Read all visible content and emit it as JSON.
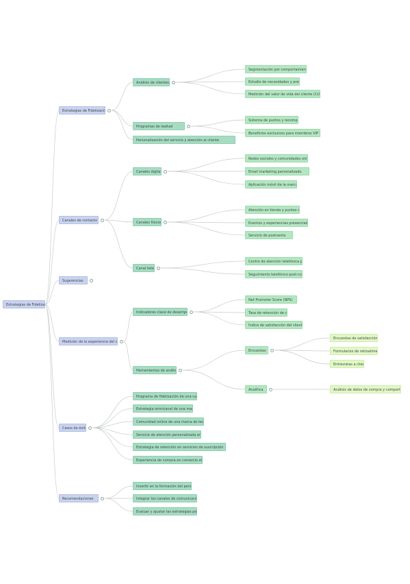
{
  "mindmap": {
    "root": "Estrategias de Fidelización",
    "branches": [
      {
        "label": "Estrategias de Fidelización",
        "children": [
          {
            "label": "Análisis de clientes",
            "children": [
              {
                "label": "Segmentación por comportamiento de compra"
              },
              {
                "label": "Estudio de necesidades y preferencias"
              },
              {
                "label": "Medición del valor de vida del cliente (CLV)"
              }
            ]
          },
          {
            "label": "Programas de lealtad",
            "children": [
              {
                "label": "Sistema de puntos y recompensas"
              },
              {
                "label": "Beneficios exclusivos para miembros VIP"
              }
            ]
          },
          {
            "label": "Personalización del servicio y atención al cliente",
            "children": []
          }
        ]
      },
      {
        "label": "Canales de contacto",
        "children": [
          {
            "label": "Canales digitales",
            "children": [
              {
                "label": "Redes sociales y comunidades online"
              },
              {
                "label": "Email marketing personalizado"
              },
              {
                "label": "Aplicación móvil de la marca"
              }
            ]
          },
          {
            "label": "Canales físicos",
            "children": [
              {
                "label": "Atención en tienda y puntos de venta"
              },
              {
                "label": "Eventos y experiencias presenciales"
              },
              {
                "label": "Servicio de postventa"
              }
            ]
          },
          {
            "label": "Canal telefónico",
            "children": [
              {
                "label": "Centro de atención telefónica proactiva"
              },
              {
                "label": "Seguimiento telefónico post-compra"
              }
            ]
          }
        ]
      },
      {
        "label": "Sugerencias",
        "children": []
      },
      {
        "label": "Medición de la experiencia del cliente",
        "children": [
          {
            "label": "Indicadores clave de desempeño",
            "children": [
              {
                "label": "Net Promoter Score (NPS)"
              },
              {
                "label": "Tasa de retención de clientes"
              },
              {
                "label": "Índice de satisfacción del cliente (CSAT)"
              }
            ]
          },
          {
            "label": "Herramientas de análisis",
            "children": [
              {
                "label": "Encuestas",
                "children": [
                  {
                    "label": "Encuestas de satisfacción"
                  },
                  {
                    "label": "Formularios de retroalimentación"
                  },
                  {
                    "label": "Entrevistas a clientes"
                  }
                ]
              },
              {
                "label": "Analítica",
                "children": [
                  {
                    "label": "Análisis de datos de compra y comportamiento digital"
                  }
                ]
              }
            ]
          }
        ]
      },
      {
        "label": "Casos de éxito",
        "children": [
          {
            "label": "Programa de fidelización de una cadena minorista"
          },
          {
            "label": "Estrategia omnicanal de una marca de ropa"
          },
          {
            "label": "Comunidad online de una marca de tecnología"
          },
          {
            "label": "Servicio de atención personalizada en banca"
          },
          {
            "label": "Estrategia de retención en servicios de suscripción"
          },
          {
            "label": "Experiencia de compra en comercio electrónico"
          }
        ]
      },
      {
        "label": "Recomendaciones",
        "children": [
          {
            "label": "Invertir en la formación del personal de atención"
          },
          {
            "label": "Integrar los canales de comunicación con el cliente"
          },
          {
            "label": "Evaluar y ajustar las estrategias periódicamente"
          }
        ]
      }
    ]
  }
}
